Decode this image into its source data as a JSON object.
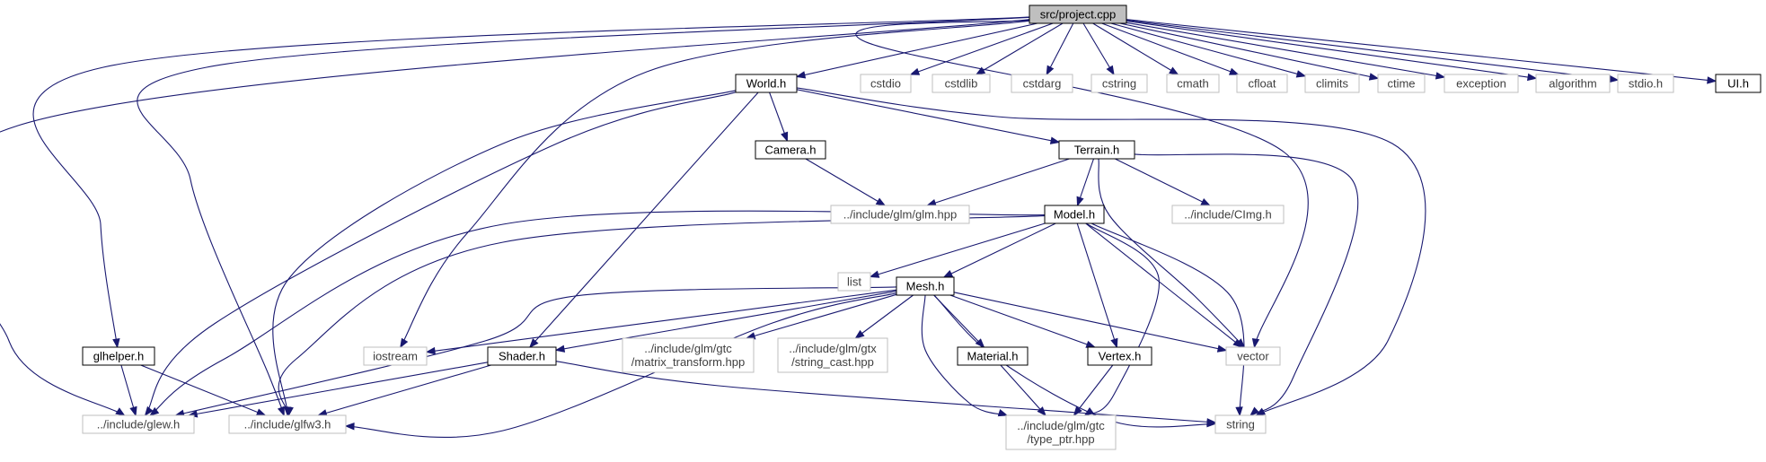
{
  "diagram": {
    "colors": {
      "edge": "#191970",
      "root_fill": "#bfbfbf",
      "documented_border": "#000000",
      "external_border": "#bfbfbf",
      "documented_text": "#000000",
      "external_text": "#3f3f3f"
    },
    "nodes": [
      {
        "id": "project_cpp",
        "label": "src/project.cpp",
        "kind": "root"
      },
      {
        "id": "world_h",
        "label": "World.h",
        "kind": "documented"
      },
      {
        "id": "cstdio",
        "label": "cstdio",
        "kind": "external"
      },
      {
        "id": "cstdlib",
        "label": "cstdlib",
        "kind": "external"
      },
      {
        "id": "cstdarg",
        "label": "cstdarg",
        "kind": "external"
      },
      {
        "id": "cstring",
        "label": "cstring",
        "kind": "external"
      },
      {
        "id": "cmath",
        "label": "cmath",
        "kind": "external"
      },
      {
        "id": "cfloat",
        "label": "cfloat",
        "kind": "external"
      },
      {
        "id": "climits",
        "label": "climits",
        "kind": "external"
      },
      {
        "id": "ctime",
        "label": "ctime",
        "kind": "external"
      },
      {
        "id": "exception",
        "label": "exception",
        "kind": "external"
      },
      {
        "id": "algorithm",
        "label": "algorithm",
        "kind": "external"
      },
      {
        "id": "stdio_h",
        "label": "stdio.h",
        "kind": "external"
      },
      {
        "id": "ui_h",
        "label": "UI.h",
        "kind": "documented"
      },
      {
        "id": "camera_h",
        "label": "Camera.h",
        "kind": "documented"
      },
      {
        "id": "terrain_h",
        "label": "Terrain.h",
        "kind": "documented"
      },
      {
        "id": "glm_hpp",
        "label": "../include/glm/glm.hpp",
        "kind": "external"
      },
      {
        "id": "cimg_h",
        "label": "../include/CImg.h",
        "kind": "external"
      },
      {
        "id": "model_h",
        "label": "Model.h",
        "kind": "documented"
      },
      {
        "id": "list",
        "label": "list",
        "kind": "external"
      },
      {
        "id": "mesh_h",
        "label": "Mesh.h",
        "kind": "documented"
      },
      {
        "id": "glhelper_h",
        "label": "glhelper.h",
        "kind": "documented"
      },
      {
        "id": "iostream",
        "label": "iostream",
        "kind": "external"
      },
      {
        "id": "shader_h",
        "label": "Shader.h",
        "kind": "documented"
      },
      {
        "id": "matrix_transform",
        "label": "../include/glm/gtc\n/matrix_transform.hpp",
        "kind": "external"
      },
      {
        "id": "string_cast",
        "label": "../include/glm/gtx\n/string_cast.hpp",
        "kind": "external"
      },
      {
        "id": "material_h",
        "label": "Material.h",
        "kind": "documented"
      },
      {
        "id": "vertex_h",
        "label": "Vertex.h",
        "kind": "documented"
      },
      {
        "id": "vector",
        "label": "vector",
        "kind": "external"
      },
      {
        "id": "glew_h",
        "label": "../include/glew.h",
        "kind": "external"
      },
      {
        "id": "glfw3_h",
        "label": "../include/glfw3.h",
        "kind": "external"
      },
      {
        "id": "type_ptr",
        "label": "../include/glm/gtc\n/type_ptr.hpp",
        "kind": "external"
      },
      {
        "id": "string",
        "label": "string",
        "kind": "external"
      }
    ],
    "edges": [
      [
        "project_cpp",
        "world_h"
      ],
      [
        "project_cpp",
        "cstdio"
      ],
      [
        "project_cpp",
        "cstdlib"
      ],
      [
        "project_cpp",
        "cstdarg"
      ],
      [
        "project_cpp",
        "cstring"
      ],
      [
        "project_cpp",
        "cmath"
      ],
      [
        "project_cpp",
        "cfloat"
      ],
      [
        "project_cpp",
        "climits"
      ],
      [
        "project_cpp",
        "ctime"
      ],
      [
        "project_cpp",
        "exception"
      ],
      [
        "project_cpp",
        "algorithm"
      ],
      [
        "project_cpp",
        "stdio_h"
      ],
      [
        "project_cpp",
        "ui_h"
      ],
      [
        "project_cpp",
        "glhelper_h"
      ],
      [
        "project_cpp",
        "glew_h"
      ],
      [
        "project_cpp",
        "glfw3_h"
      ],
      [
        "project_cpp",
        "iostream"
      ],
      [
        "project_cpp",
        "vector"
      ],
      [
        "world_h",
        "camera_h"
      ],
      [
        "world_h",
        "terrain_h"
      ],
      [
        "world_h",
        "shader_h"
      ],
      [
        "world_h",
        "glew_h"
      ],
      [
        "world_h",
        "glfw3_h"
      ],
      [
        "world_h",
        "string"
      ],
      [
        "camera_h",
        "glm_hpp"
      ],
      [
        "terrain_h",
        "glm_hpp"
      ],
      [
        "terrain_h",
        "model_h"
      ],
      [
        "terrain_h",
        "cimg_h"
      ],
      [
        "terrain_h",
        "vector"
      ],
      [
        "terrain_h",
        "string"
      ],
      [
        "model_h",
        "list"
      ],
      [
        "model_h",
        "mesh_h"
      ],
      [
        "model_h",
        "vertex_h"
      ],
      [
        "model_h",
        "vector"
      ],
      [
        "model_h",
        "string"
      ],
      [
        "model_h",
        "glew_h"
      ],
      [
        "model_h",
        "glfw3_h"
      ],
      [
        "model_h",
        "type_ptr"
      ],
      [
        "mesh_h",
        "iostream"
      ],
      [
        "mesh_h",
        "shader_h"
      ],
      [
        "mesh_h",
        "matrix_transform"
      ],
      [
        "mesh_h",
        "string_cast"
      ],
      [
        "mesh_h",
        "material_h"
      ],
      [
        "mesh_h",
        "vertex_h"
      ],
      [
        "mesh_h",
        "vector"
      ],
      [
        "mesh_h",
        "glew_h"
      ],
      [
        "mesh_h",
        "glfw3_h"
      ],
      [
        "mesh_h",
        "type_ptr"
      ],
      [
        "mesh_h",
        "string"
      ],
      [
        "glhelper_h",
        "glew_h"
      ],
      [
        "glhelper_h",
        "glfw3_h"
      ],
      [
        "shader_h",
        "glew_h"
      ],
      [
        "shader_h",
        "glfw3_h"
      ],
      [
        "shader_h",
        "string"
      ],
      [
        "material_h",
        "type_ptr"
      ],
      [
        "vertex_h",
        "type_ptr"
      ]
    ]
  }
}
